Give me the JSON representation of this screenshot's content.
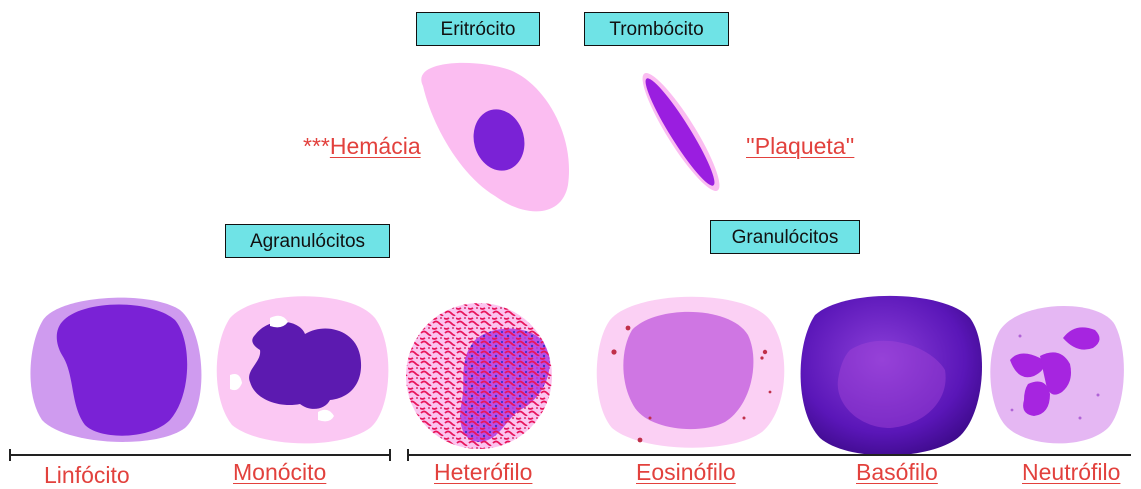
{
  "groups": {
    "erythrocyte": "Eritrócito",
    "thrombocyte": "Trombócito",
    "agranulocytes": "Agranulócitos",
    "granulocytes": "Granulócitos"
  },
  "labels": {
    "hemacia_prefix": "***",
    "hemacia": "Hemácia",
    "plaqueta": "''Plaqueta''",
    "linfocito": "Linfócito",
    "monocito": "Monócito",
    "heterofilo": "Heterófilo",
    "eosinofilo": "Eosinófilo",
    "basofilo": "Basófilo",
    "neutrofilo": "Neutrófilo"
  },
  "colors": {
    "label_red": "#e2413d",
    "tag_fill": "#6fe3e6",
    "cytoplasm_pink": "#fbbdf1",
    "nucleus_purple": "#7a22d6",
    "granule_red": "#e5145a"
  }
}
